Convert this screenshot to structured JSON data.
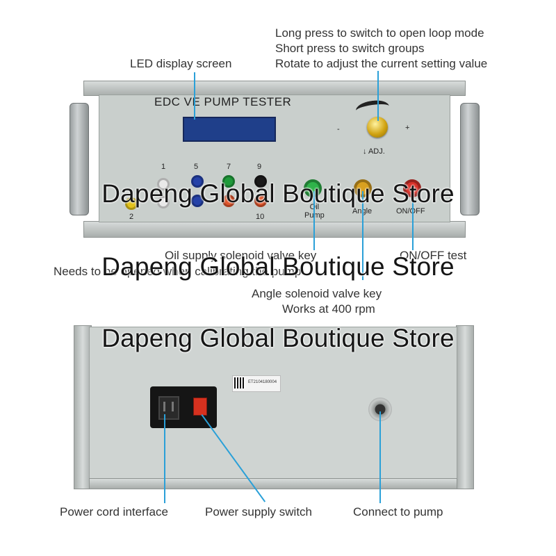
{
  "callouts": {
    "knob_line1": "Long press to switch to open loop mode",
    "knob_line2": "Short press to switch groups",
    "knob_line3": "Rotate to adjust the current setting value",
    "led": "LED display screen",
    "oil": "Oil supply solenoid valve key",
    "oil_sub": "Needs to be opened when calibrating the pump",
    "onoff": "ON/OFF test",
    "angle": "Angle solenoid valve key",
    "angle_sub": "Works at 400 rpm",
    "power_cord": "Power cord interface",
    "power_switch": "Power supply switch",
    "connect": "Connect to pump"
  },
  "panel": {
    "title": "EDC VE PUMP TESTER",
    "minus": "-",
    "plus": "+",
    "adj": "↓ ADJ.",
    "jack_labels": [
      "1",
      "2",
      "5",
      "7",
      "9",
      "10"
    ],
    "oil_btn": "Oil\nPump",
    "angle_btn": "Angle",
    "onoff_btn": "ON/OFF",
    "sticker": "ET2104180004"
  },
  "watermark": "Dapeng Global Boutique Store",
  "colors": {
    "callout_line": "#2aa0d8",
    "panel": "#c9cfcc",
    "screen": "#1f3f8a"
  }
}
